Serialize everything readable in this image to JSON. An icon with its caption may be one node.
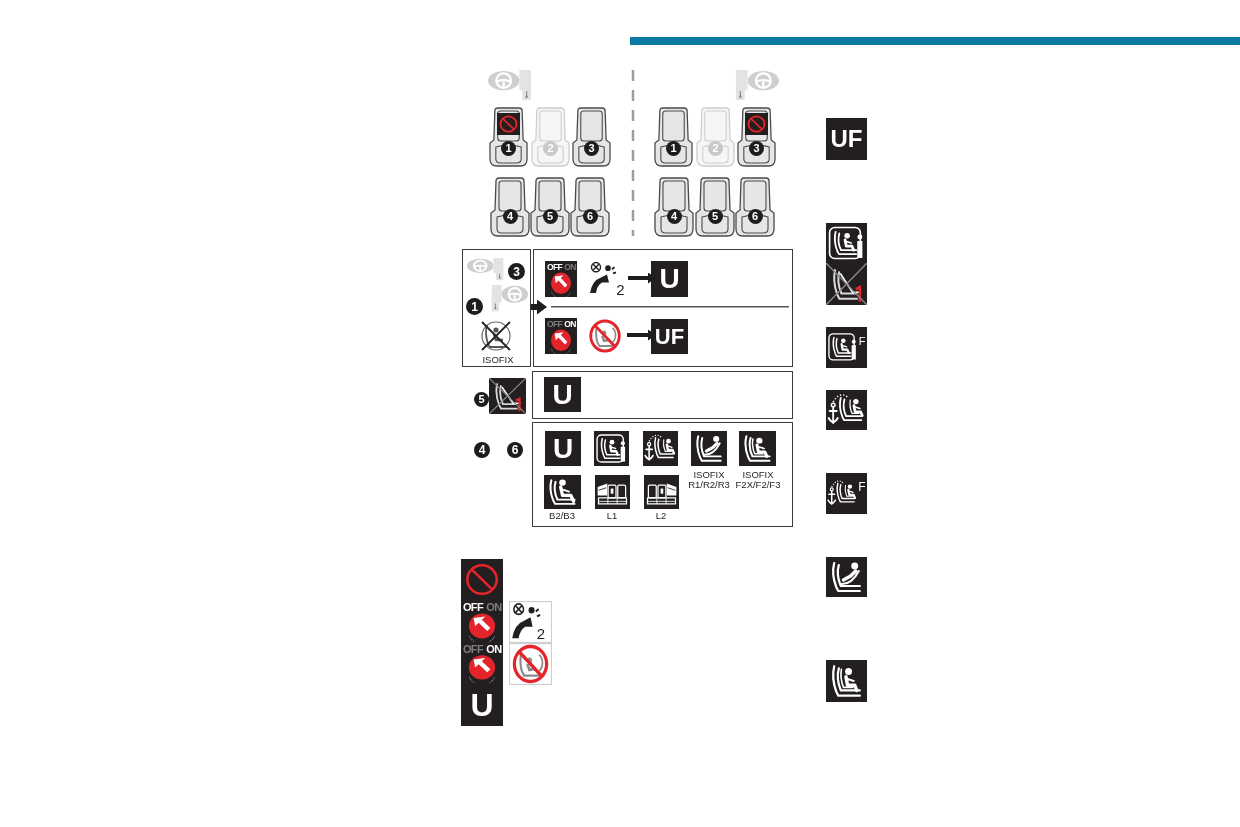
{
  "diagram": {
    "nodes": [
      {
        "text": [
          "1"
        ]
      },
      {
        "text": [
          "2"
        ]
      },
      {
        "text": [
          "3"
        ]
      },
      {
        "text": [
          "4"
        ]
      },
      {
        "text": [
          "5"
        ]
      },
      {
        "text": [
          "6"
        ]
      },
      {
        "text": [
          "1"
        ]
      },
      {
        "text": [
          "2"
        ]
      },
      {
        "text": [
          "3"
        ]
      },
      {
        "text": [
          "4"
        ]
      },
      {
        "text": [
          "5"
        ]
      },
      {
        "text": [
          "6"
        ]
      },
      {
        "text": [
          "3",
          "1",
          "ISOFIX"
        ]
      },
      {
        "text": [],
        "shape": "box"
      },
      {
        "text": [
          "OFF",
          "ON"
        ],
        "in": 13
      },
      {
        "text": [
          "2"
        ],
        "in": 13
      },
      {
        "text": [
          "U"
        ],
        "in": 13
      },
      {
        "text": [
          "OFF",
          "ON"
        ],
        "in": 13
      },
      {
        "text": [],
        "shape": "picture",
        "in": 13
      },
      {
        "text": [
          "UF"
        ],
        "in": 13
      },
      {
        "text": [],
        "shape": "picture"
      },
      {
        "text": [],
        "shape": "box"
      },
      {
        "text": [
          "U"
        ],
        "in": 21
      },
      {
        "text": [],
        "shape": "box"
      },
      {
        "text": [
          "U"
        ],
        "in": 23
      },
      {
        "text": [],
        "shape": "picture",
        "in": 23
      },
      {
        "text": [],
        "shape": "picture",
        "in": 23
      },
      {
        "text": [],
        "shape": "picture",
        "in": 23,
        "beside": [
          "ISOFIX R1/R2/R3"
        ]
      },
      {
        "text": [],
        "shape": "picture",
        "in": 23,
        "beside": [
          "ISOFIX F2X/F2/F3"
        ]
      },
      {
        "text": [],
        "shape": "picture",
        "in": 23,
        "beside": [
          "B2/B3"
        ]
      },
      {
        "text": [],
        "shape": "picture",
        "in": 23,
        "beside": [
          "L1"
        ]
      },
      {
        "text": [],
        "shape": "picture",
        "in": 23,
        "beside": [
          "L2"
        ]
      },
      {
        "text": [],
        "shape": "picture"
      },
      {
        "text": [
          "OFF",
          "ON"
        ]
      },
      {
        "text": [
          "2"
        ]
      },
      {
        "text": [
          "OFF",
          "ON"
        ]
      },
      {
        "text": [],
        "shape": "picture"
      },
      {
        "text": [
          "U"
        ]
      },
      {
        "text": [
          "UF"
        ]
      },
      {
        "text": [],
        "shape": "picture"
      },
      {
        "text": [],
        "shape": "picture"
      },
      {
        "text": [
          "F"
        ]
      },
      {
        "text": [],
        "shape": "picture"
      },
      {
        "text": [
          "F"
        ]
      },
      {
        "text": [],
        "shape": "picture"
      },
      {
        "text": [],
        "shape": "picture"
      }
    ],
    "edges": [
      {
        "from": 12,
        "to": 13,
        "arrow": "to"
      },
      {
        "from": 15,
        "to": 16,
        "arrow": "to"
      },
      {
        "from": 18,
        "to": 19,
        "arrow": "to"
      }
    ],
    "labels": [
      "5",
      "4",
      "6"
    ]
  }
}
